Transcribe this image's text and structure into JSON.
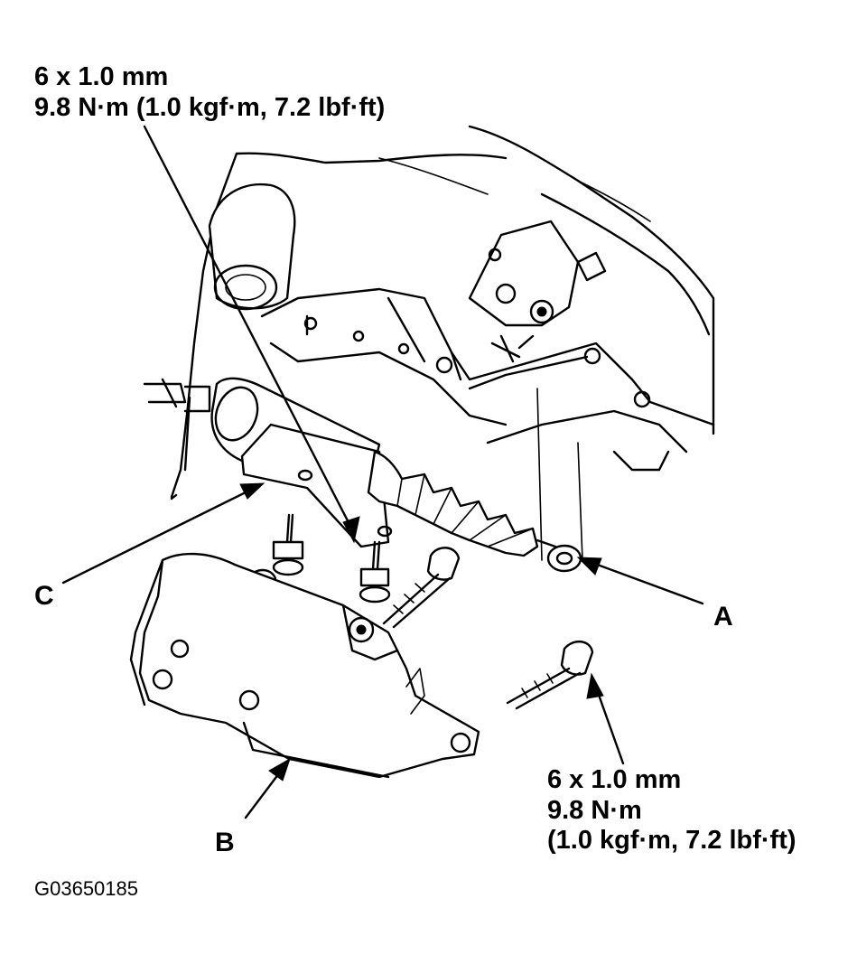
{
  "top_spec": {
    "line1": "6 x 1.0 mm",
    "line2": "9.8 N·m (1.0 kgf·m, 7.2 lbf·ft)"
  },
  "bottom_spec": {
    "line1": "6 x 1.0 mm",
    "line2": "9.8 N·m",
    "line3": "(1.0 kgf·m, 7.2 lbf·ft)"
  },
  "callouts": {
    "a": "A",
    "b": "B",
    "c": "C"
  },
  "figure_code": "G03650185"
}
